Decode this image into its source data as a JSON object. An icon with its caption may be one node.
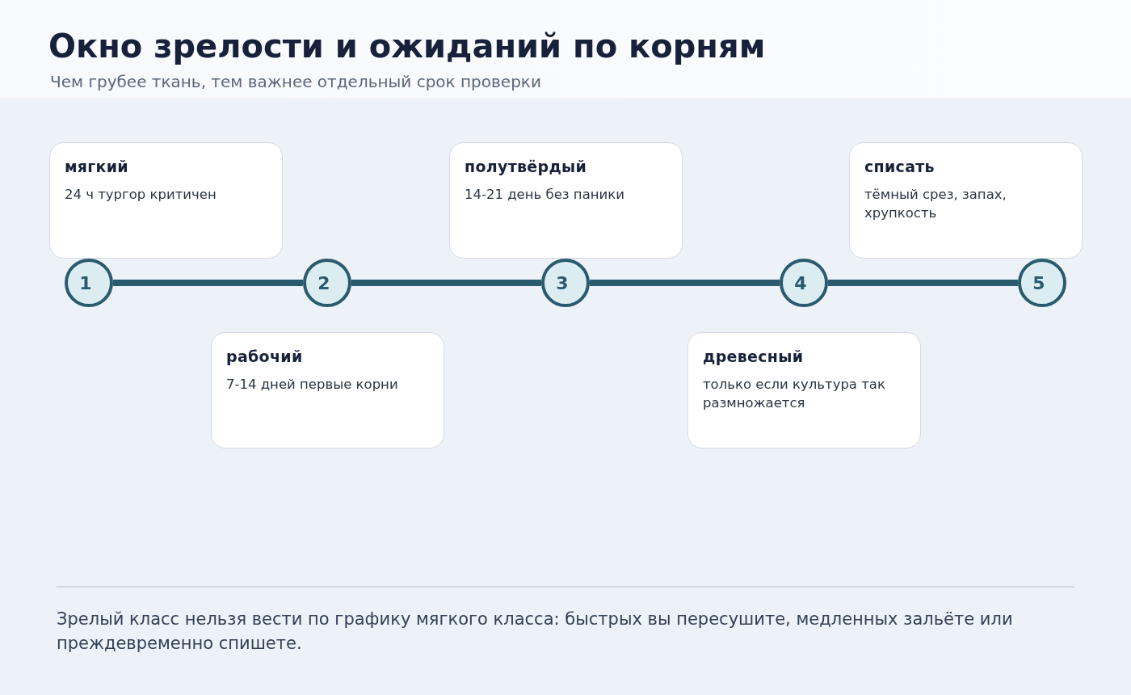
{
  "diagram": {
    "title": "Окно зрелости и ожиданий по корням",
    "caption": "Зрелый класс нельзя вести по графику мягкого класса: быстрых вы пересушите, медленных зальёте или преждевременно спишете.",
    "labels": [
      "Чем грубее ткань, тем важнее отдельный срок проверки"
    ],
    "nodes": [
      {
        "text": [
          "мягкий",
          "24 ч тургор критичен"
        ]
      },
      {
        "text": [
          "полутвёрдый",
          "14-21 день без паники"
        ]
      },
      {
        "text": [
          "списать",
          "тёмный срез, запах, хрупкость"
        ]
      },
      {
        "text": [
          "1"
        ]
      },
      {
        "text": [
          "2"
        ]
      },
      {
        "text": [
          "3"
        ]
      },
      {
        "text": [
          "4"
        ]
      },
      {
        "text": [
          "5"
        ]
      },
      {
        "text": [
          "рабочий",
          "7-14 дней первые корни"
        ]
      },
      {
        "text": [
          "древесный",
          "только если культура так размножается"
        ]
      }
    ],
    "edges": [
      {
        "from": 3,
        "to": 4,
        "arrow": "none"
      },
      {
        "from": 4,
        "to": 5,
        "arrow": "none"
      },
      {
        "from": 5,
        "to": 6,
        "arrow": "none"
      },
      {
        "from": 6,
        "to": 7,
        "arrow": "none"
      }
    ]
  }
}
